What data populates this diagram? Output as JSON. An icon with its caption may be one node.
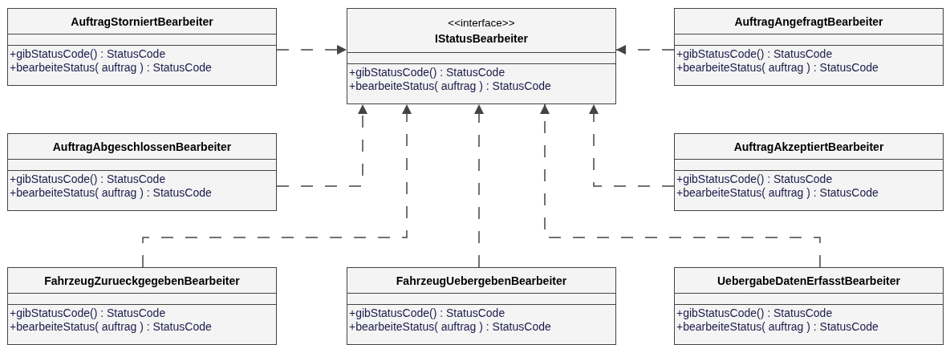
{
  "diagram": {
    "nodes": [
      {
        "text": [
          "AuftragStorniertBearbeiter",
          "+gibStatusCode() : StatusCode",
          "+bearbeiteStatus( auftrag ) : StatusCode"
        ]
      },
      {
        "text": [
          "<<interface>>",
          "IStatusBearbeiter",
          "+gibStatusCode() : StatusCode",
          "+bearbeiteStatus( auftrag ) : StatusCode"
        ]
      },
      {
        "text": [
          "AuftragAngefragtBearbeiter",
          "+gibStatusCode() : StatusCode",
          "+bearbeiteStatus( auftrag ) : StatusCode"
        ]
      },
      {
        "text": [
          "AuftragAbgeschlossenBearbeiter",
          "+gibStatusCode() : StatusCode",
          "+bearbeiteStatus( auftrag ) : StatusCode"
        ]
      },
      {
        "text": [
          "AuftragAkzeptiertBearbeiter",
          "+gibStatusCode() : StatusCode",
          "+bearbeiteStatus( auftrag ) : StatusCode"
        ]
      },
      {
        "text": [
          "FahrzeugZurueckgegebenBearbeiter",
          "+gibStatusCode() : StatusCode",
          "+bearbeiteStatus( auftrag ) : StatusCode"
        ]
      },
      {
        "text": [
          "FahrzeugUebergebenBearbeiter",
          "+gibStatusCode() : StatusCode",
          "+bearbeiteStatus( auftrag ) : StatusCode"
        ]
      },
      {
        "text": [
          "UebergabeDatenErfasstBearbeiter",
          "+gibStatusCode() : StatusCode",
          "+bearbeiteStatus( auftrag ) : StatusCode"
        ]
      }
    ],
    "edges": [
      {
        "from": 0,
        "to": 1,
        "arrow": "to",
        "style": "dashed"
      },
      {
        "from": 2,
        "to": 1,
        "arrow": "to",
        "style": "dashed"
      },
      {
        "from": 3,
        "to": 1,
        "arrow": "to",
        "style": "dashed"
      },
      {
        "from": 4,
        "to": 1,
        "arrow": "to",
        "style": "dashed"
      },
      {
        "from": 5,
        "to": 1,
        "arrow": "to",
        "style": "dashed"
      },
      {
        "from": 6,
        "to": 1,
        "arrow": "to",
        "style": "dashed"
      },
      {
        "from": 7,
        "to": 1,
        "arrow": "to",
        "style": "dashed"
      }
    ]
  }
}
